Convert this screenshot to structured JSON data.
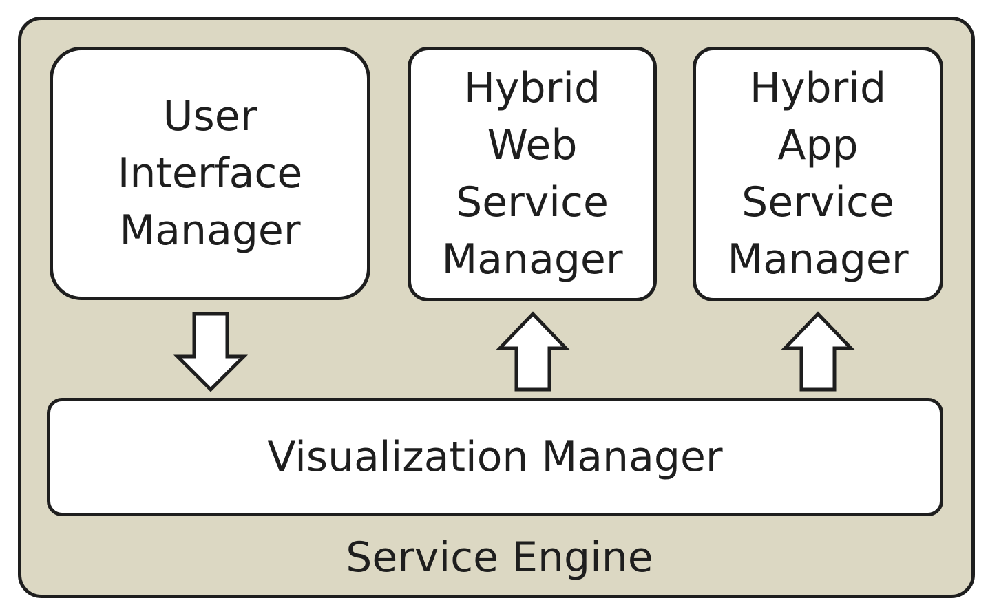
{
  "engine": {
    "label": "Service Engine"
  },
  "managers": {
    "ui": [
      "User",
      "Interface",
      "Manager"
    ],
    "web": [
      "Hybrid",
      "Web",
      "Service",
      "Manager"
    ],
    "app": [
      "Hybrid",
      "App",
      "Service",
      "Manager"
    ],
    "visualization": [
      "Visualization Manager"
    ]
  },
  "colors": {
    "engine_fill": "#dcd8c3",
    "box_fill": "#ffffff",
    "stroke": "#1e1e1e"
  },
  "arrows": [
    {
      "from": "User Interface Manager",
      "to": "Visualization Manager",
      "direction": "down"
    },
    {
      "from": "Visualization Manager",
      "to": "Hybrid Web Service Manager",
      "direction": "up"
    },
    {
      "from": "Visualization Manager",
      "to": "Hybrid App Service Manager",
      "direction": "up"
    }
  ]
}
